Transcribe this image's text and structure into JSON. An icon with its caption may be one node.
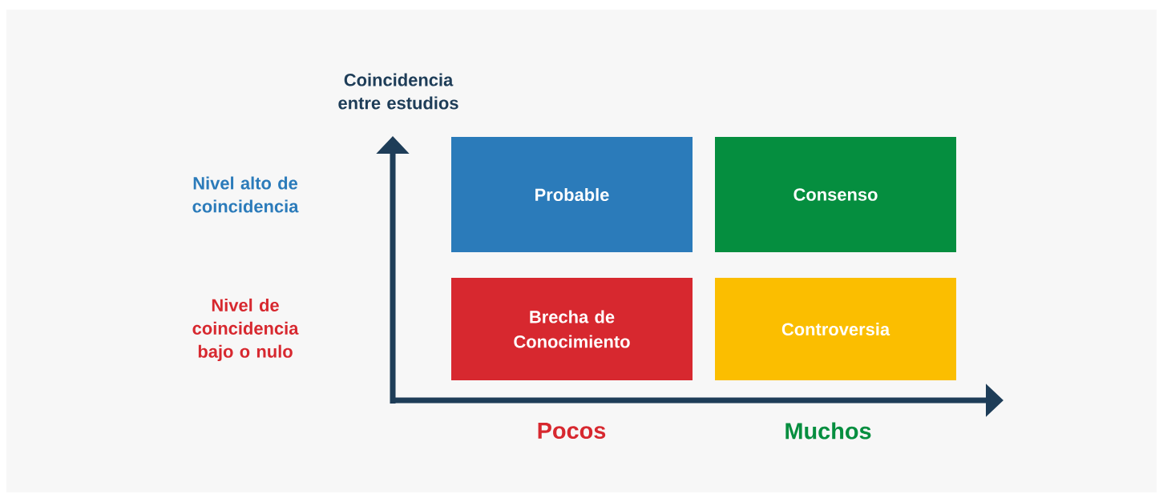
{
  "diagram": {
    "nodes": [
      {
        "text": [
          "Probable"
        ]
      },
      {
        "text": [
          "Consenso"
        ]
      },
      {
        "text": [
          "Brecha de Conocimiento"
        ]
      },
      {
        "text": [
          "Controversia"
        ]
      }
    ],
    "labels": [
      "Coincidencia entre estudios",
      "Nivel alto de coincidencia",
      "Nivel de coincidencia bajo o nulo",
      "Pocos",
      "Muchos"
    ]
  }
}
